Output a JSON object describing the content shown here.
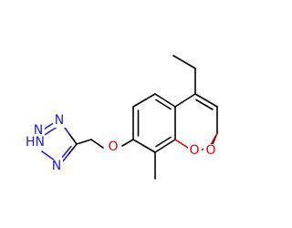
{
  "structure": {
    "atoms": {
      "tetrazole_n1": {
        "symbol": "N",
        "color": "#1f1fd8"
      },
      "tetrazole_n2h": {
        "symbol": "HN",
        "color": "#1f1fd8"
      },
      "tetrazole_n3": {
        "symbol": "N",
        "color": "#1f1fd8"
      },
      "tetrazole_n4": {
        "symbol": "N",
        "color": "#1f1fd8"
      },
      "ether_oxygen": {
        "symbol": "O",
        "color": "#e00000"
      },
      "ring_oxygen": {
        "symbol": "O",
        "color": "#e00000"
      },
      "carbonyl_oxygen": {
        "symbol": "O",
        "color": "#e00000"
      }
    },
    "colors": {
      "carbon_bond": "#000000",
      "nitrogen": "#1f1fd8",
      "oxygen": "#e00000",
      "background": "#ffffff"
    }
  }
}
